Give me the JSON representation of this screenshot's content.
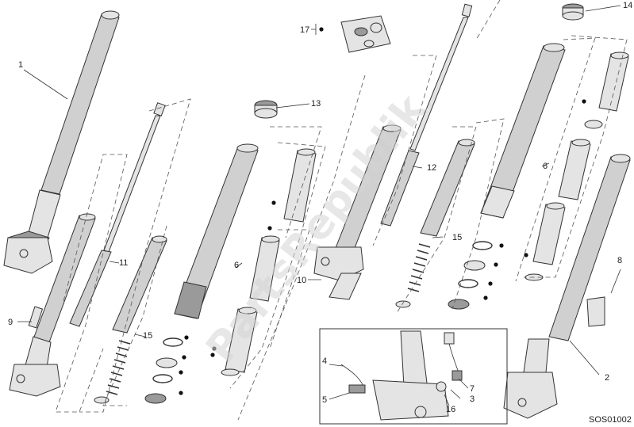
{
  "diagram": {
    "code": "SOS01002",
    "watermark": "PartsRepublik",
    "labels": {
      "1": "1",
      "2": "2",
      "3": "3",
      "4": "4",
      "5": "5",
      "6a": "6",
      "6b": "6",
      "7": "7",
      "8": "8",
      "9": "9",
      "10": "10",
      "11": "11",
      "12": "12",
      "13": "13",
      "14": "14",
      "15a": "15",
      "15b": "15",
      "16": "16",
      "17": "17"
    }
  },
  "colors": {
    "line": "#333333",
    "tube": "#d0d0d0",
    "watermark": "#d4d4d4"
  }
}
